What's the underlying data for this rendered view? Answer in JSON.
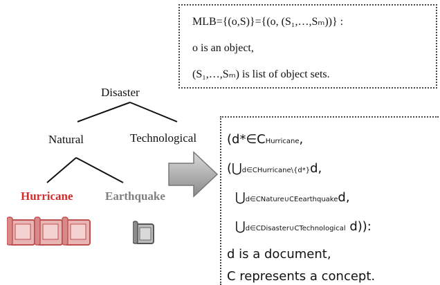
{
  "mlb_box": {
    "line1": "MLB={(o,S)}={(o, (S₁,…,Sₘ))} :",
    "line2": "o is an object,",
    "line3": "(S₁,…,Sₘ) is list of object sets."
  },
  "tree": {
    "root": "Disaster",
    "left": "Natural",
    "right": "Technological",
    "leaf_left": "Hurricane",
    "leaf_right": "Earthquake"
  },
  "doc_box": {
    "l1_main": "(d*∈C",
    "l1_sub": "Hurricane",
    "l1_tail": ",",
    "l2_main": "(⋃",
    "l2_sub": "d∈CHurricane\\{d*}",
    "l2_tail": "d,",
    "l3_main": "⋃",
    "l3_sub": "d∈CNature∪CEearthquake",
    "l3_tail": "d,",
    "l4_main": "⋃",
    "l4_sub": "d∈CDisaster∪CTechnological",
    "l4_tail": " d)):",
    "l5": "d is a document,",
    "l6": "C represents a concept."
  },
  "colors": {
    "hurricane": "#d62b2b",
    "earthquake": "#7f7f7f",
    "arrow": "#a6a6a6"
  },
  "icons": [
    "document-scroll-icon",
    "document-scroll-icon",
    "document-scroll-icon",
    "document-scroll-icon"
  ]
}
